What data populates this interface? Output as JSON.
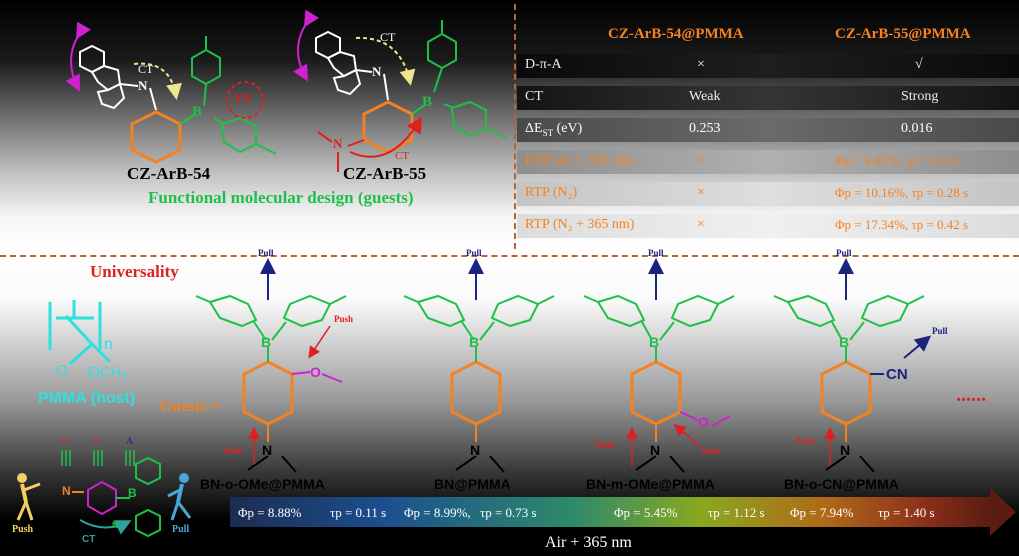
{
  "top_left": {
    "mol1_name": "CZ-ArB-54",
    "mol2_name": "CZ-ArB-55",
    "vs_label": "VS",
    "ct_label": "CT",
    "ct_label_2": "CT",
    "ct_label_3": "CT",
    "boron_label": "B",
    "boron_label_2": "B",
    "nitrogen_label": "N",
    "nitrogen_label_2": "N",
    "nitrogen_label_3": "N",
    "caption": "Functional molecular design (guests)"
  },
  "table": {
    "col1_header": "CZ-ArB-54@PMMA",
    "col2_header": "CZ-ArB-55@PMMA",
    "rows": [
      {
        "label": "D-π-A",
        "c1": "×",
        "c2": "√"
      },
      {
        "label": "CT",
        "c1": "Weak",
        "c2": "Strong"
      },
      {
        "label": "ΔE",
        "label_sub": "ST",
        "label_suffix": " (eV)",
        "c1": "0.253",
        "c2": "0.016"
      },
      {
        "label": "RTP (air + 365 nm)",
        "c1": "×",
        "c2": "Φp = 6.83%,  τp = 0.18 s"
      },
      {
        "label": "RTP (N₂)",
        "c1": "×",
        "c2": "Φp = 10.16%, τp = 0.28 s"
      },
      {
        "label": "RTP (N₂ + 365 nm)",
        "c1": "×",
        "c2": "Φp = 17.34%, τp = 0.42 s"
      }
    ]
  },
  "bottom": {
    "universality": "Universality",
    "pmma_n": "n",
    "pmma_o": "O",
    "pmma_och3": "OCH₃",
    "pmma_host": "PMMA (host)",
    "guests_label": "Guests =",
    "dots": "......",
    "pull": "Pull",
    "push": "Push",
    "boron": "B",
    "nitrogen": "N",
    "oxygen": "O",
    "cn": "CN",
    "dpa_d": "D",
    "dpa_pi": "π",
    "dpa_a": "A",
    "dpa_ct": "CT",
    "dpa_push": "Push",
    "dpa_pull": "Pull",
    "dpa_n": "N",
    "dpa_b": "B",
    "dpa_n2": "N",
    "guests": [
      {
        "name": "BN-o-OMe@PMMA",
        "phi": "Φp = 8.88%",
        "tau": "τp = 0.11 s"
      },
      {
        "name": "BN@PMMA",
        "phi": "Φp = 8.99%,",
        "tau": "τp = 0.73 s"
      },
      {
        "name": "BN-m-OMe@PMMA",
        "phi": "Φp = 5.45%",
        "tau": "τp = 1.12 s"
      },
      {
        "name": "BN-o-CN@PMMA",
        "phi": "Φp = 7.94%",
        "tau": "τp = 1.40 s"
      }
    ],
    "band_label": "Air + 365 nm"
  },
  "colors": {
    "orange": "#f58220",
    "green": "#1ec04a",
    "red": "#e02020",
    "navy": "#1a237e",
    "cyan": "#2fe0e0",
    "magenta": "#d020d0",
    "dash": "#b5652f"
  }
}
